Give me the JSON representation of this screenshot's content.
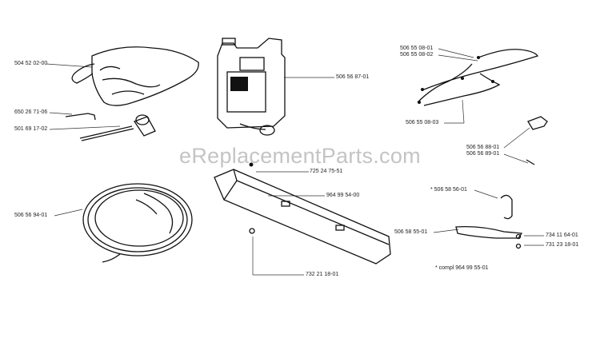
{
  "watermark": "eReplacementParts.com",
  "callouts": [
    {
      "id": "c1",
      "text": "504 52 02-00"
    },
    {
      "id": "c2",
      "text": "506 56 87-01"
    },
    {
      "id": "c3",
      "text": "506 55 08-01"
    },
    {
      "id": "c4",
      "text": "506 55 08-02"
    },
    {
      "id": "c5",
      "text": "650 26 71-06"
    },
    {
      "id": "c6",
      "text": "501 69 17-02"
    },
    {
      "id": "c7",
      "text": "506 55 08-03"
    },
    {
      "id": "c8",
      "text": "506 56 88-01"
    },
    {
      "id": "c9",
      "text": "506 56 89-01"
    },
    {
      "id": "c10",
      "text": "725 24 75-51"
    },
    {
      "id": "c11",
      "text": "964 99 54-00"
    },
    {
      "id": "c12",
      "text": "506 56 94-01"
    },
    {
      "id": "c13",
      "text": "* 506 58 56-01"
    },
    {
      "id": "c14",
      "text": "506 58 55-01"
    },
    {
      "id": "c15",
      "text": "734 11 64-01"
    },
    {
      "id": "c16",
      "text": "731 23 18-01"
    },
    {
      "id": "c17",
      "text": "732 21 18-01"
    },
    {
      "id": "c18",
      "text": "* compl 964 99 55-01"
    }
  ]
}
